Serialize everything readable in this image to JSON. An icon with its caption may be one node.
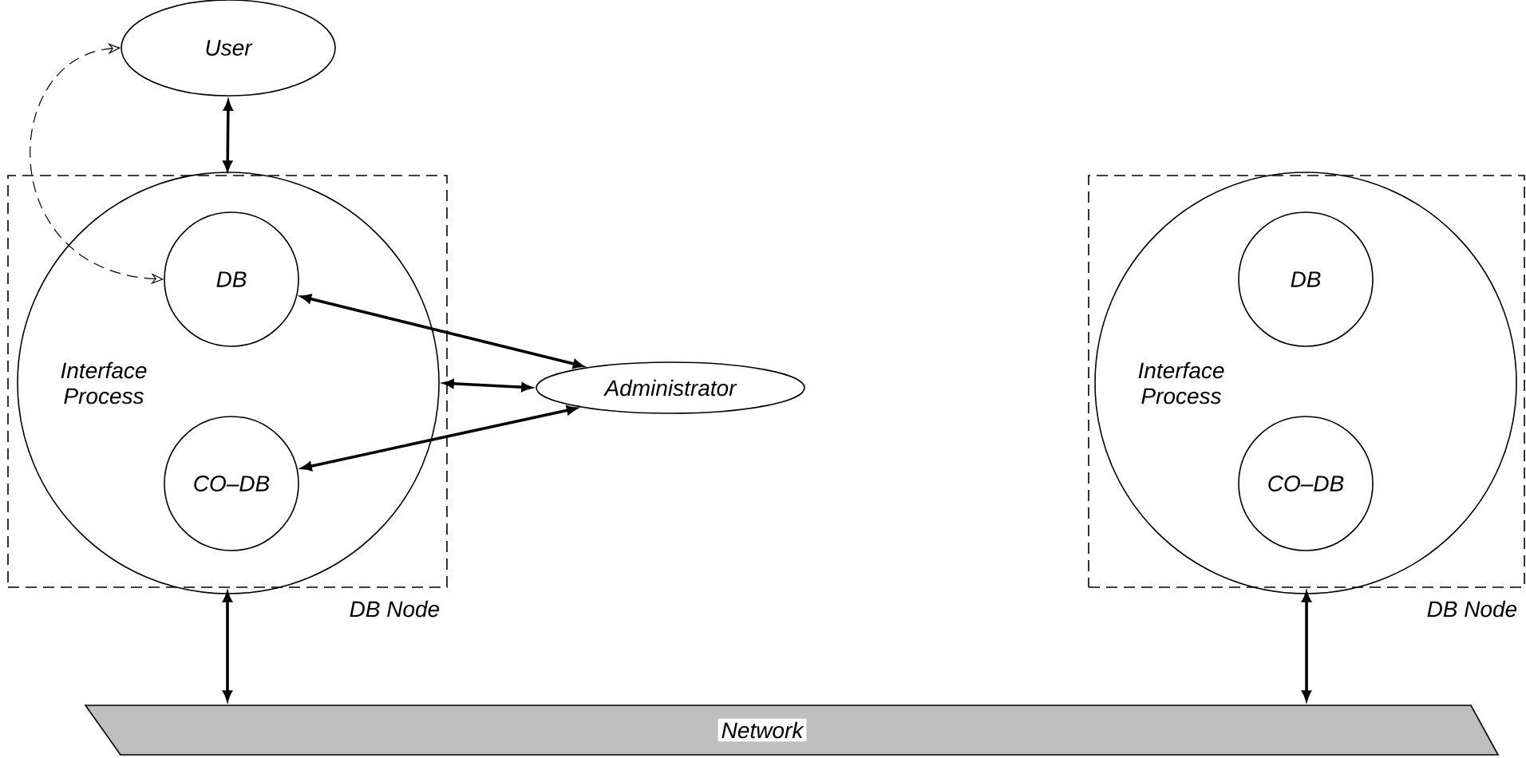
{
  "diagram": {
    "nodes": [
      {
        "text": [
          "User"
        ]
      },
      {
        "text": [
          "DB Node"
        ]
      },
      {
        "text": [
          "Interface Process"
        ],
        "in": 1
      },
      {
        "text": [
          "DB"
        ],
        "in": 2
      },
      {
        "text": [
          "CO–DB"
        ],
        "in": 2
      },
      {
        "text": [
          "Administrator"
        ]
      },
      {
        "text": [
          "DB Node"
        ]
      },
      {
        "text": [
          "Interface Process"
        ],
        "in": 6
      },
      {
        "text": [
          "DB"
        ],
        "in": 7
      },
      {
        "text": [
          "CO–DB"
        ],
        "in": 7
      },
      {
        "text": [
          "Network"
        ]
      }
    ],
    "edges": [
      {
        "from": 0,
        "to": 1,
        "arrow": "both"
      },
      {
        "from": 0,
        "to": 3,
        "arrow": "both",
        "style": "dashed"
      },
      {
        "from": 5,
        "to": 3,
        "arrow": "both"
      },
      {
        "from": 5,
        "to": 2,
        "arrow": "both"
      },
      {
        "from": 5,
        "to": 4,
        "arrow": "both"
      },
      {
        "from": 1,
        "to": 10,
        "arrow": "both"
      },
      {
        "from": 6,
        "to": 10,
        "arrow": "both"
      }
    ]
  }
}
